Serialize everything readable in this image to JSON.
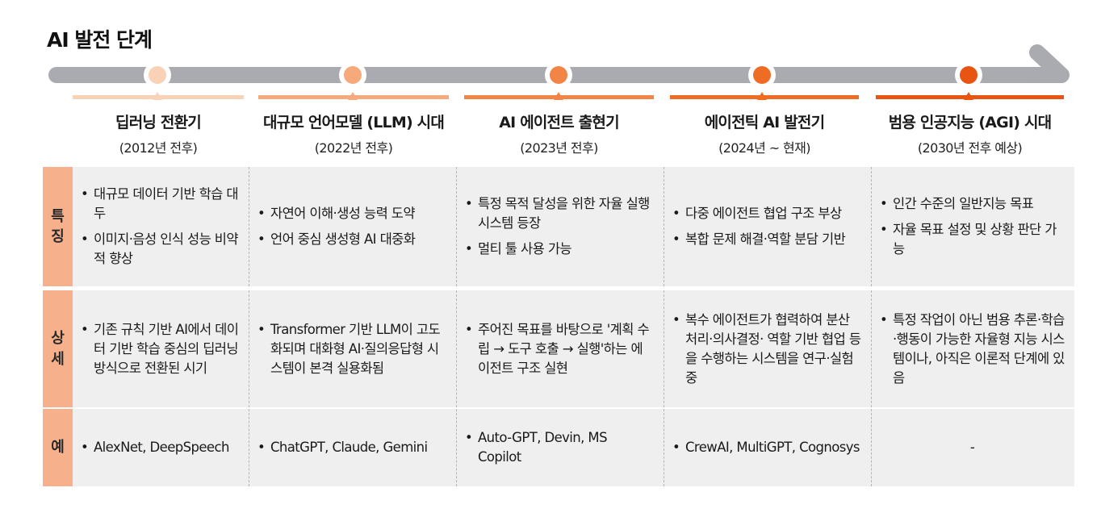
{
  "title": "AI 발전 단계",
  "colors": {
    "track": "#a9abb0",
    "stage1": "#f9d2b6",
    "stage2": "#f6a97a",
    "stage3": "#f28445",
    "stage4": "#ef6c24",
    "stage5": "#e85412",
    "label_bg": "#f7b08c",
    "cell_bg": "#efefef"
  },
  "stages": [
    {
      "name": "딥러닝 전환기",
      "year": "(2012년 전후)"
    },
    {
      "name": "대규모 언어모델 (LLM) 시대",
      "year": "(2022년 전후)"
    },
    {
      "name": "AI 에이전트 출현기",
      "year": "(2023년 전후)"
    },
    {
      "name": "에이전틱 AI 발전기",
      "year": "(2024년 ~ 현재)"
    },
    {
      "name": "범용 인공지능 (AGI) 시대",
      "year": "(2030년 전후 예상)"
    }
  ],
  "rows": [
    {
      "label": "특징",
      "cells": [
        [
          "대규모 데이터 기반 학습 대두",
          "이미지·음성 인식 성능 비약적 향상"
        ],
        [
          "자연어 이해·생성 능력 도약",
          "언어 중심 생성형 AI 대중화"
        ],
        [
          "특정 목적 달성을 위한 자율 실행 시스템 등장",
          "멀티 툴 사용 가능"
        ],
        [
          "다중 에이전트 협업 구조 부상",
          "복합 문제 해결·역할 분담 기반"
        ],
        [
          "인간 수준의 일반지능 목표",
          "자율 목표 설정 및 상황 판단 가능"
        ]
      ]
    },
    {
      "label": "상세",
      "cells": [
        [
          "기존 규칙 기반 AI에서 데이터 기반 학습 중심의 딥러닝 방식으로 전환된 시기"
        ],
        [
          "Transformer 기반 LLM이 고도화되며 대화형 AI·질의응답형 시스템이 본격 실용화됨"
        ],
        [
          "주어진 목표를 바탕으로 '계획 수립 → 도구 호출 → 실행'하는 에이전트 구조 실현"
        ],
        [
          "복수 에이전트가 협력하여 분산 처리·의사결정· 역할 기반 협업 등을 수행하는 시스템을 연구·실험 중"
        ],
        [
          "특정 작업이 아닌 범용 추론·학습·행동이 가능한 자율형 지능 시스템이나, 아직은 이론적 단계에 있음"
        ]
      ]
    },
    {
      "label": "예",
      "cells": [
        [
          "AlexNet, DeepSpeech"
        ],
        [
          "ChatGPT, Claude, Gemini"
        ],
        [
          "Auto-GPT, Devin, MS Copilot"
        ],
        [
          "CrewAI, MultiGPT, Cognosys"
        ],
        []
      ],
      "empty_value": "-"
    }
  ]
}
